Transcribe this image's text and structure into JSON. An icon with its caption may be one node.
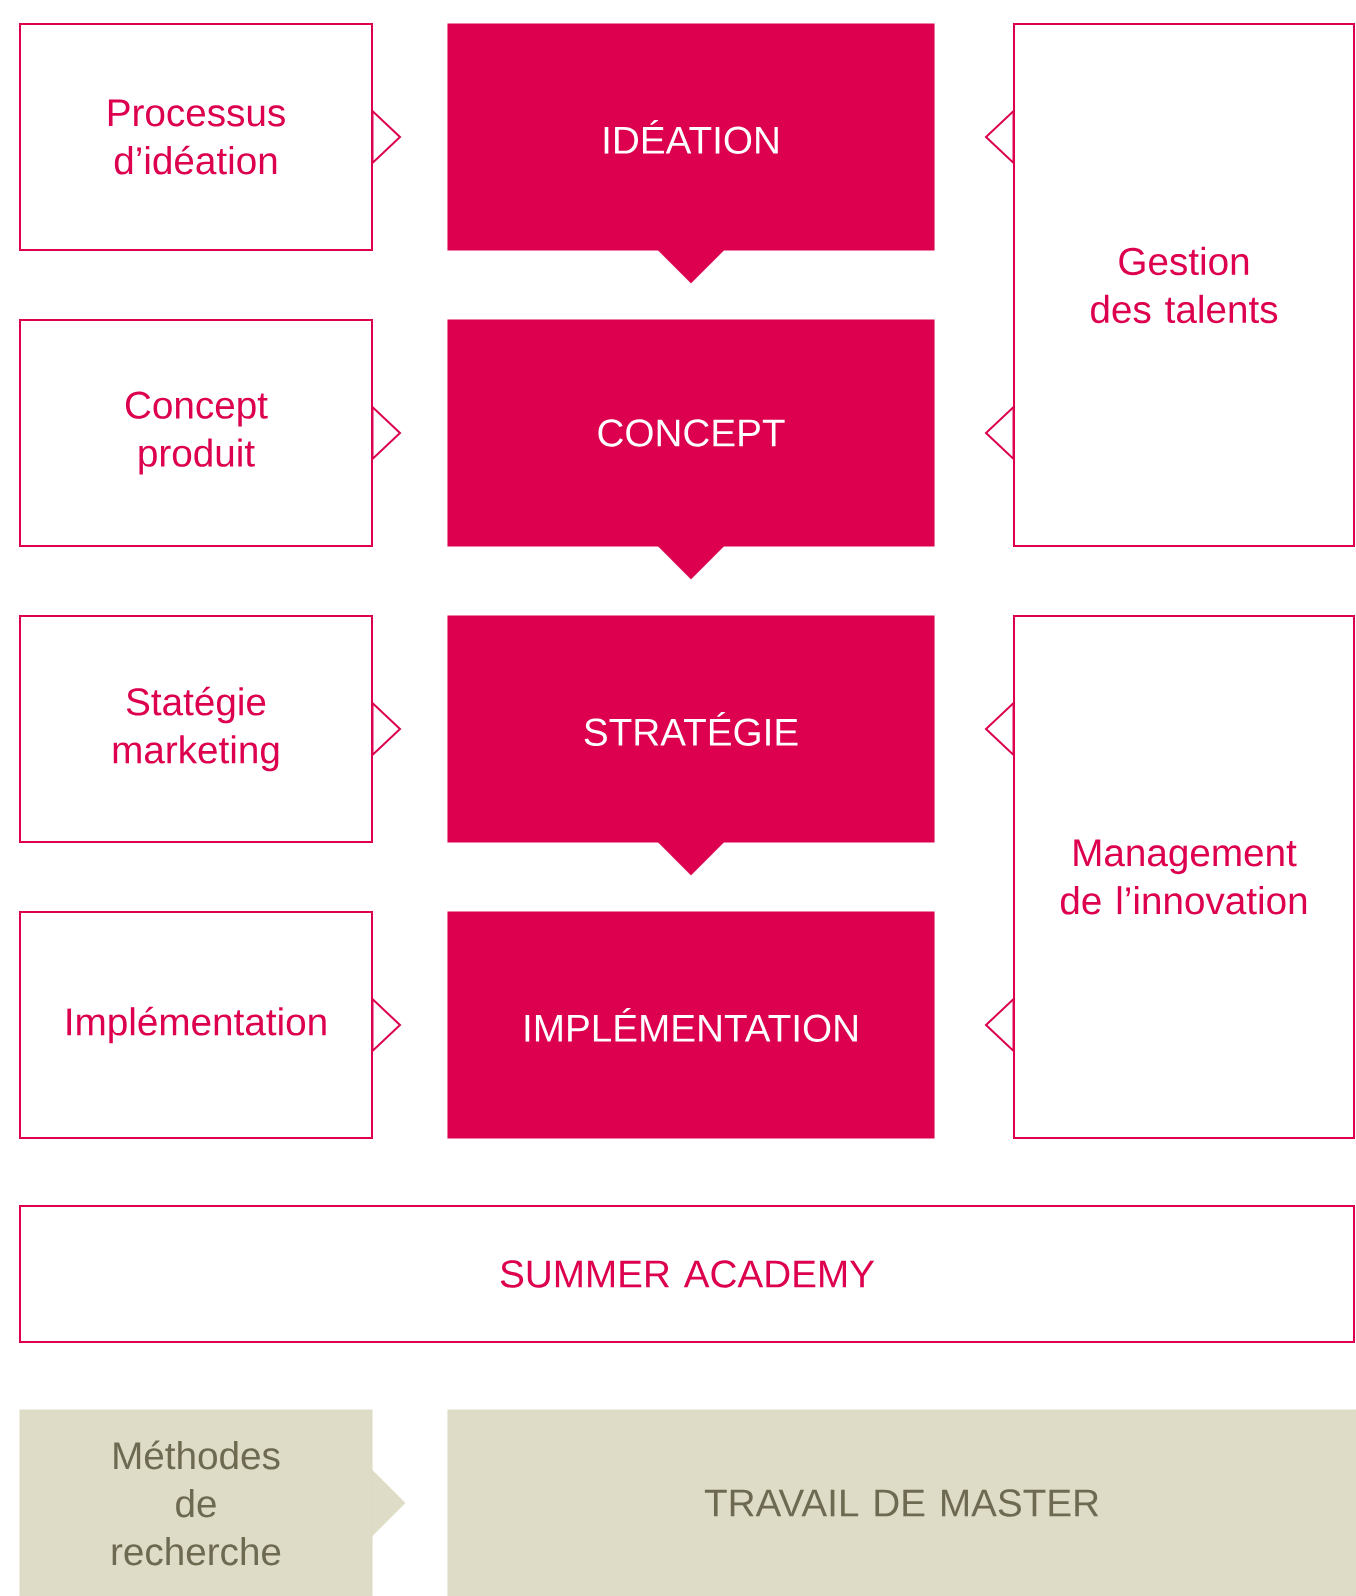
{
  "diagram": {
    "nodes": [
      {
        "text": [
          "Processus d’idéation"
        ]
      },
      {
        "text": [
          "IDÉATION"
        ]
      },
      {
        "text": [
          "Gestion des talents"
        ]
      },
      {
        "text": [
          "Concept produit"
        ]
      },
      {
        "text": [
          "CONCEPT"
        ]
      },
      {
        "text": [
          "Statégie marketing"
        ]
      },
      {
        "text": [
          "STRATÉGIE"
        ]
      },
      {
        "text": [
          "Management de l’innovation"
        ]
      },
      {
        "text": [
          "Implémentation"
        ]
      },
      {
        "text": [
          "IMPLÉMENTATION"
        ]
      },
      {
        "text": [
          "SUMMER ACADEMY"
        ]
      },
      {
        "text": [
          "Méthodes de recherche"
        ]
      },
      {
        "text": [
          "TRAVAIL DE MASTER"
        ]
      }
    ],
    "edges": [
      {
        "from": 0,
        "to": 1,
        "arrow": "to"
      },
      {
        "from": 1,
        "to": 4,
        "arrow": "to"
      },
      {
        "from": 2,
        "to": 1,
        "arrow": "to"
      },
      {
        "from": 2,
        "to": 4,
        "arrow": "to"
      },
      {
        "from": 3,
        "to": 4,
        "arrow": "to"
      },
      {
        "from": 4,
        "to": 6,
        "arrow": "to"
      },
      {
        "from": 5,
        "to": 6,
        "arrow": "to"
      },
      {
        "from": 6,
        "to": 9,
        "arrow": "to"
      },
      {
        "from": 7,
        "to": 6,
        "arrow": "to"
      },
      {
        "from": 7,
        "to": 9,
        "arrow": "to"
      },
      {
        "from": 8,
        "to": 9,
        "arrow": "to"
      },
      {
        "from": 11,
        "to": 12,
        "arrow": "to",
        "color": "#dedbc6"
      }
    ]
  }
}
